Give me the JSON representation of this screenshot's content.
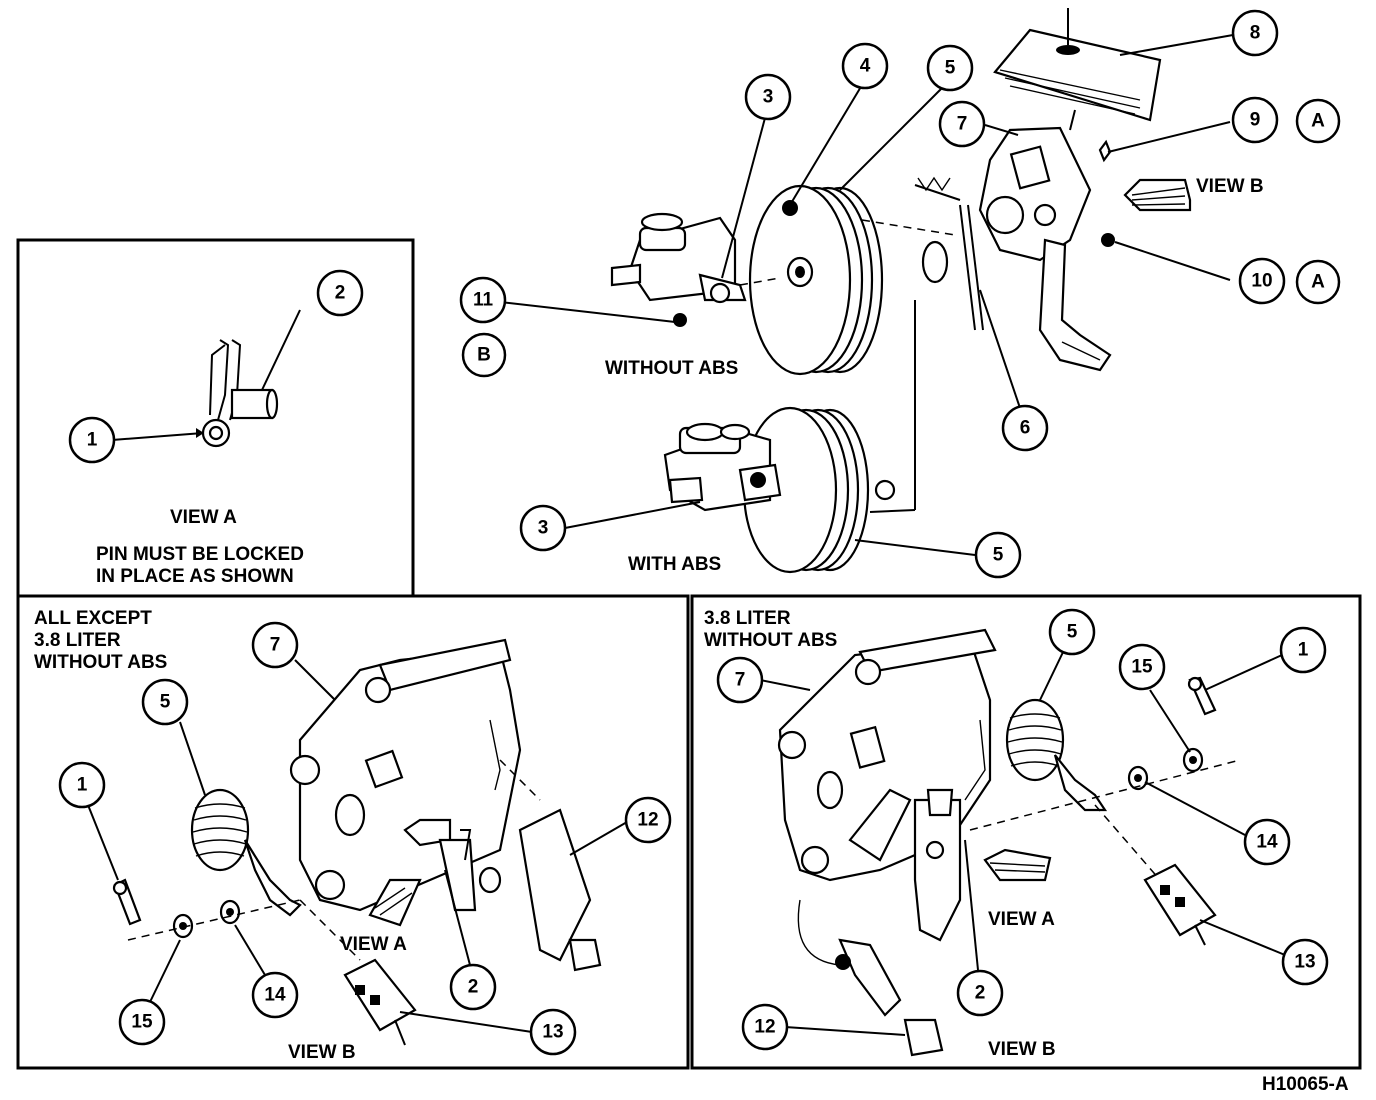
{
  "figure_id": "H10065-A",
  "captions": {
    "without_abs": "WITHOUT ABS",
    "with_abs": "WITH ABS",
    "view_a": "VIEW A",
    "view_b": "VIEW B",
    "view_a_note_line1": "PIN MUST BE LOCKED",
    "view_a_note_line2": "IN PLACE AS SHOWN"
  },
  "panels": {
    "view_a": {
      "title": "VIEW A"
    },
    "left": {
      "title_line1": "ALL EXCEPT",
      "title_line2": "3.8 LITER",
      "title_line3": "WITHOUT ABS"
    },
    "right": {
      "title_line1": "3.8 LITER",
      "title_line2": "WITHOUT ABS"
    }
  },
  "view_refs": {
    "a": "A",
    "b": "B"
  },
  "callouts": {
    "top": [
      "3",
      "4",
      "5",
      "8",
      "7",
      "9",
      "10",
      "11",
      "6",
      "3",
      "5"
    ],
    "view_a": [
      "1",
      "2"
    ],
    "left": [
      "7",
      "5",
      "1",
      "12",
      "2",
      "14",
      "15",
      "13"
    ],
    "right": [
      "7",
      "5",
      "15",
      "1",
      "14",
      "13",
      "2",
      "12"
    ]
  }
}
